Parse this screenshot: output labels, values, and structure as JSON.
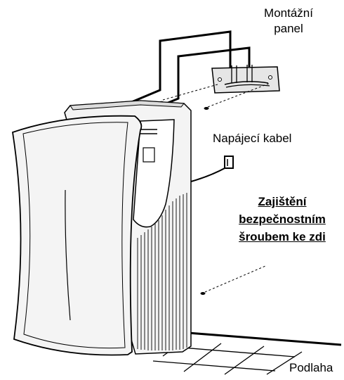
{
  "labels": {
    "mount_panel": {
      "line1": "Montážní",
      "line2": "panel"
    },
    "power_cable": "Napájecí kabel",
    "safety_note": {
      "line1": "Zajištění",
      "line2": "bezpečnostním",
      "line3": "šroubem ke zdi"
    },
    "floor": "Podlaha"
  },
  "colors": {
    "line": "#000000",
    "body_fill": "#f4f4f4",
    "panel_fill": "#e6e6e6",
    "background": "#ffffff"
  },
  "icons": [
    "hand-dryer-illustration",
    "mounting-panel-illustration",
    "screw-icon",
    "power-cable-icon"
  ]
}
